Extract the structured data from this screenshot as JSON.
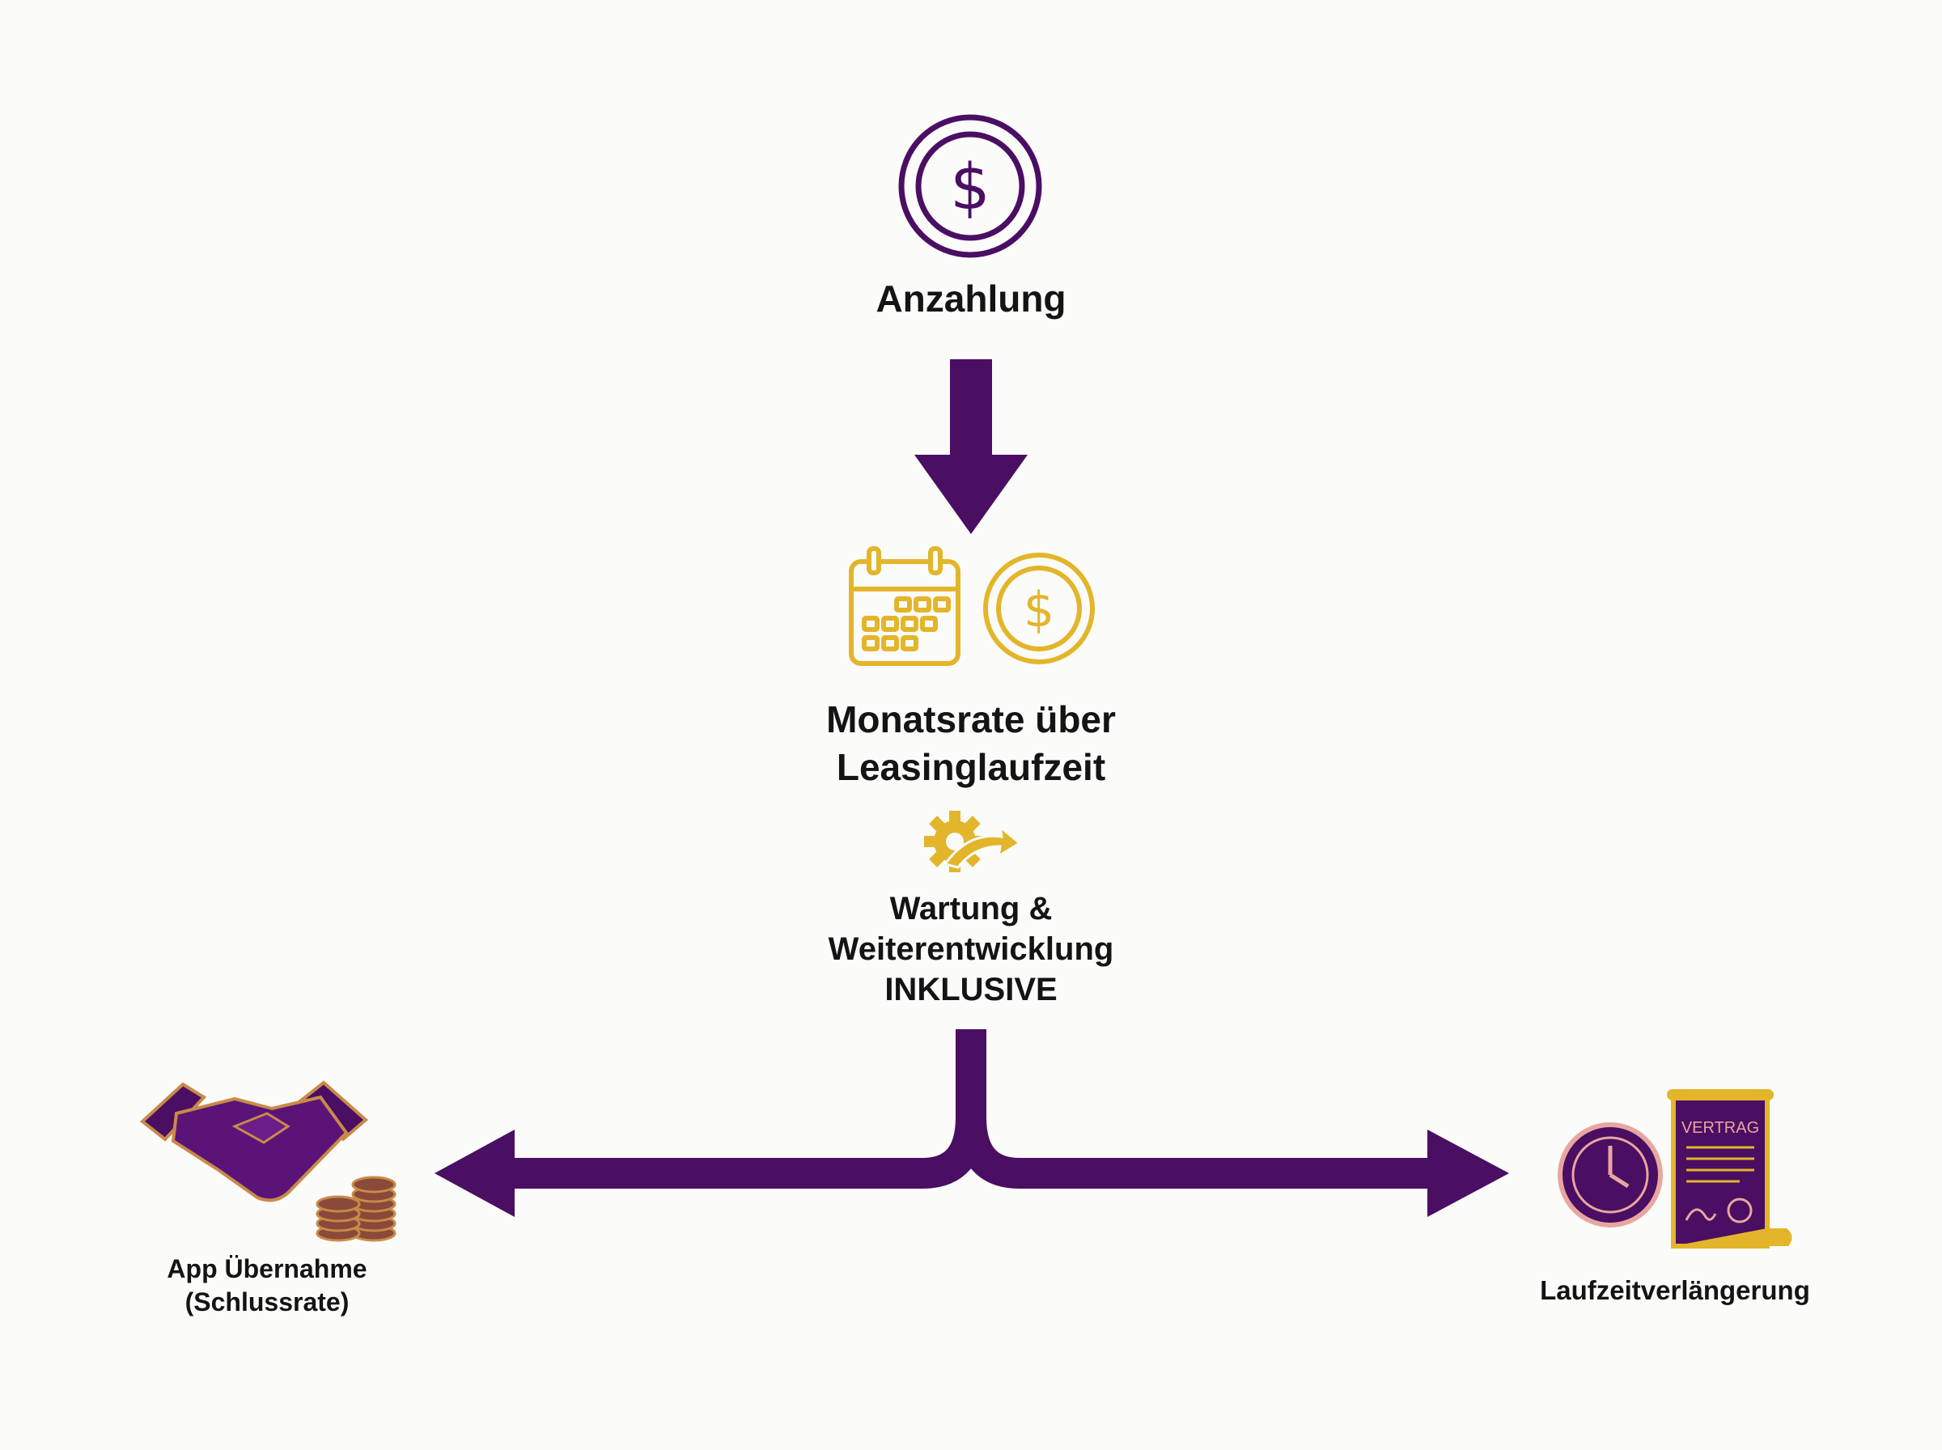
{
  "colors": {
    "purple": "#4a0e63",
    "gold": "#e3b52a",
    "text": "#141414",
    "background": "#fbfbf9"
  },
  "steps": {
    "down_payment": {
      "label": "Anzahlung",
      "icon": "dollar-coin-icon"
    },
    "monthly_rate": {
      "label_line1": "Monatsrate über",
      "label_line2": "Leasinglaufzeit",
      "icons": [
        "calendar-icon",
        "dollar-coin-icon"
      ]
    },
    "maintenance": {
      "label_line1": "Wartung &",
      "label_line2": "Weiterentwicklung",
      "label_line3": "INKLUSIVE",
      "icon": "gear-arrow-icon"
    }
  },
  "outcomes": {
    "takeover": {
      "label_line1": "App Übernahme",
      "label_line2": "(Schlussrate)",
      "icon": "handshake-coins-icon"
    },
    "extension": {
      "label": "Laufzeitverlängerung",
      "icon": "clock-contract-icon",
      "contract_text": "VERTRAG"
    }
  }
}
